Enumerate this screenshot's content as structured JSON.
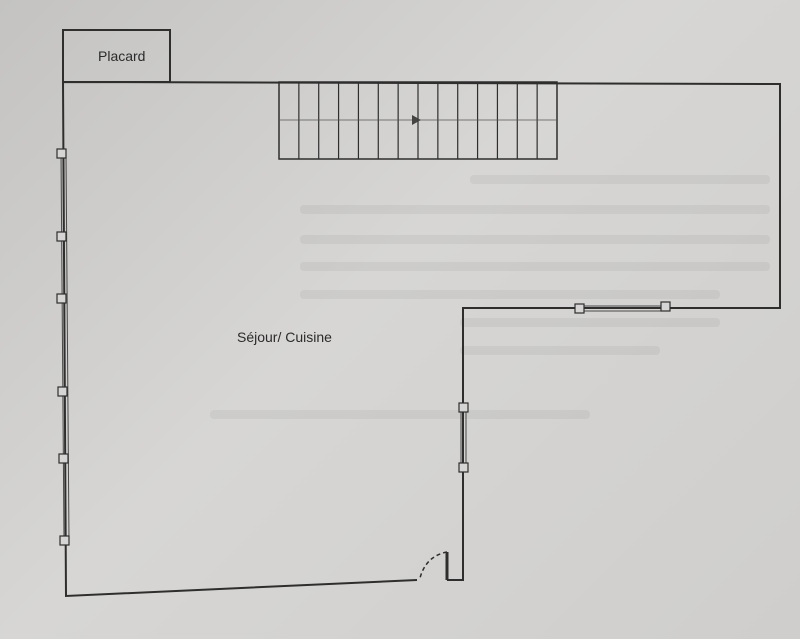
{
  "plan": {
    "rooms": [
      {
        "id": "placard",
        "label": "Placard"
      },
      {
        "id": "sejour",
        "label": "Séjour/ Cuisine"
      }
    ],
    "colors": {
      "wall": "#2e2e2e",
      "window_frame": "#4a4a4a",
      "paper": "#d3d2d0"
    },
    "elements": [
      "staircase",
      "window-left-wall",
      "window-top-inner-wall",
      "window-right-lower-wall",
      "entrance-door"
    ]
  }
}
